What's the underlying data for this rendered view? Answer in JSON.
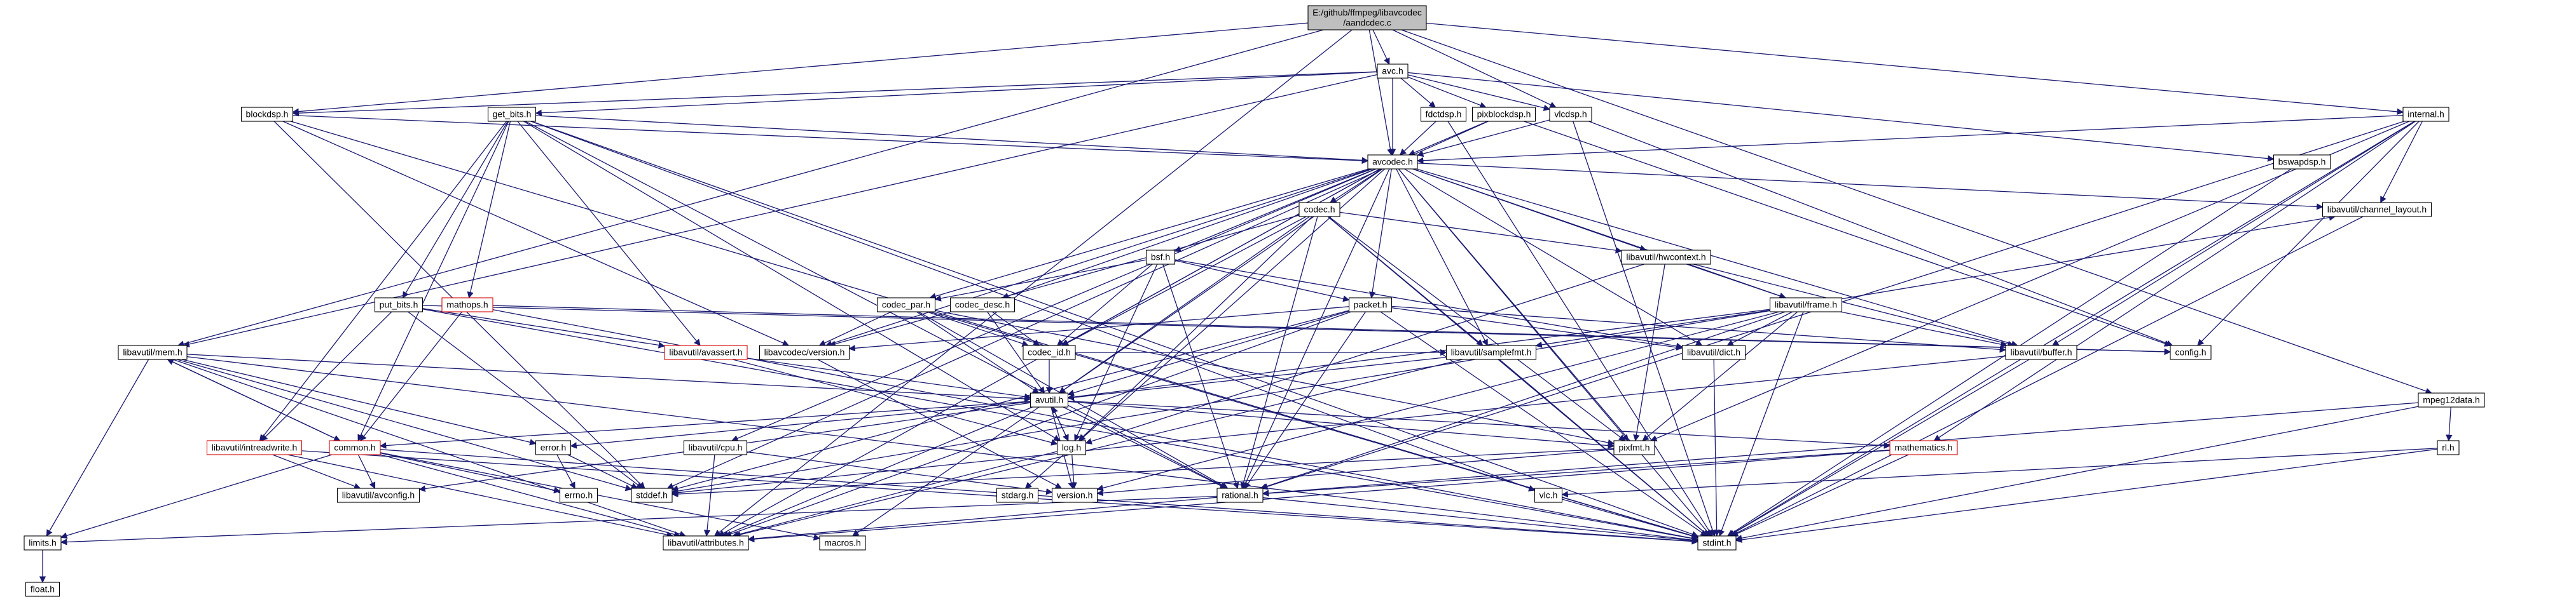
{
  "graph": {
    "type": "include-dependency-graph",
    "root": "E:/github/ffmpeg/libavcodec/aandcdec.c",
    "colors": {
      "edge": "#191970",
      "root_fill": "#bfbfbf",
      "node_fill": "#ffffff",
      "node_border": "#000000",
      "missing_border": "#d40000"
    },
    "nodes": [
      {
        "id": "root",
        "lines": [
          "E:/github/ffmpeg/libavcodec",
          "/aandcdec.c"
        ],
        "kind": "root"
      },
      {
        "id": "avc_h",
        "lines": [
          "avc.h"
        ]
      },
      {
        "id": "blockdsp_h",
        "lines": [
          "blockdsp.h"
        ]
      },
      {
        "id": "get_bits_h",
        "lines": [
          "get_bits.h"
        ]
      },
      {
        "id": "fdctdsp_h",
        "lines": [
          "fdctdsp.h"
        ]
      },
      {
        "id": "pixblockdsp_h",
        "lines": [
          "pixblockdsp.h"
        ]
      },
      {
        "id": "vlcdsp_h",
        "lines": [
          "vlcdsp.h"
        ]
      },
      {
        "id": "internal_h",
        "lines": [
          "internal.h"
        ]
      },
      {
        "id": "avcodec_h",
        "lines": [
          "avcodec.h"
        ]
      },
      {
        "id": "bswapdsp_h",
        "lines": [
          "bswapdsp.h"
        ]
      },
      {
        "id": "codec_h",
        "lines": [
          "codec.h"
        ]
      },
      {
        "id": "channel_layout_h",
        "lines": [
          "libavutil/channel_layout.h"
        ]
      },
      {
        "id": "hwcontext_h",
        "lines": [
          "libavutil/hwcontext.h"
        ]
      },
      {
        "id": "bsf_h",
        "lines": [
          "bsf.h"
        ]
      },
      {
        "id": "codec_par_h",
        "lines": [
          "codec_par.h"
        ]
      },
      {
        "id": "codec_desc_h",
        "lines": [
          "codec_desc.h"
        ]
      },
      {
        "id": "packet_h",
        "lines": [
          "packet.h"
        ]
      },
      {
        "id": "frame_h",
        "lines": [
          "libavutil/frame.h"
        ]
      },
      {
        "id": "put_bits_h",
        "lines": [
          "put_bits.h"
        ]
      },
      {
        "id": "mathops_h",
        "lines": [
          "mathops.h"
        ],
        "kind": "missing"
      },
      {
        "id": "avassert_h",
        "lines": [
          "libavutil/avassert.h"
        ],
        "kind": "missing"
      },
      {
        "id": "version_codec_h",
        "lines": [
          "libavcodec/version.h"
        ]
      },
      {
        "id": "codec_id_h",
        "lines": [
          "codec_id.h"
        ]
      },
      {
        "id": "samplefmt_h",
        "lines": [
          "libavutil/samplefmt.h"
        ]
      },
      {
        "id": "dict_h",
        "lines": [
          "libavutil/dict.h"
        ]
      },
      {
        "id": "buffer_h",
        "lines": [
          "libavutil/buffer.h"
        ]
      },
      {
        "id": "config_h",
        "lines": [
          "config.h"
        ]
      },
      {
        "id": "mem_h",
        "lines": [
          "libavutil/mem.h"
        ]
      },
      {
        "id": "avutil_h",
        "lines": [
          "avutil.h"
        ]
      },
      {
        "id": "mpeg12data_h",
        "lines": [
          "mpeg12data.h"
        ]
      },
      {
        "id": "intreadwrite_h",
        "lines": [
          "libavutil/intreadwrite.h"
        ],
        "kind": "missing"
      },
      {
        "id": "common_h",
        "lines": [
          "common.h"
        ],
        "kind": "missing"
      },
      {
        "id": "error_h",
        "lines": [
          "error.h"
        ]
      },
      {
        "id": "cpu_h",
        "lines": [
          "libavutil/cpu.h"
        ]
      },
      {
        "id": "log_h",
        "lines": [
          "log.h"
        ]
      },
      {
        "id": "pixfmt_h",
        "lines": [
          "pixfmt.h"
        ]
      },
      {
        "id": "mathematics_h",
        "lines": [
          "mathematics.h"
        ],
        "kind": "missing"
      },
      {
        "id": "rl_h",
        "lines": [
          "rl.h"
        ]
      },
      {
        "id": "errno_h",
        "lines": [
          "errno.h"
        ]
      },
      {
        "id": "stddef_h",
        "lines": [
          "stddef.h"
        ]
      },
      {
        "id": "stdarg_h",
        "lines": [
          "stdarg.h"
        ]
      },
      {
        "id": "version_util_h",
        "lines": [
          "version.h"
        ]
      },
      {
        "id": "rational_h",
        "lines": [
          "rational.h"
        ]
      },
      {
        "id": "vlc_h",
        "lines": [
          "vlc.h"
        ]
      },
      {
        "id": "avconfig_h",
        "lines": [
          "libavutil/avconfig.h"
        ]
      },
      {
        "id": "limits_h",
        "lines": [
          "limits.h"
        ]
      },
      {
        "id": "attributes_h",
        "lines": [
          "libavutil/attributes.h"
        ]
      },
      {
        "id": "macros_h",
        "lines": [
          "macros.h"
        ]
      },
      {
        "id": "stdint_h",
        "lines": [
          "stdint.h"
        ]
      },
      {
        "id": "float_h",
        "lines": [
          "float.h"
        ]
      }
    ],
    "edges": [
      [
        "root",
        "avc_h"
      ],
      [
        "root",
        "blockdsp_h"
      ],
      [
        "root",
        "mem_h"
      ],
      [
        "root",
        "vlcdsp_h"
      ],
      [
        "root",
        "internal_h"
      ],
      [
        "root",
        "avcodec_h"
      ],
      [
        "root",
        "mpeg12data_h"
      ],
      [
        "root",
        "attributes_h"
      ],
      [
        "avc_h",
        "blockdsp_h"
      ],
      [
        "avc_h",
        "get_bits_h"
      ],
      [
        "avc_h",
        "fdctdsp_h"
      ],
      [
        "avc_h",
        "pixblockdsp_h"
      ],
      [
        "avc_h",
        "vlcdsp_h"
      ],
      [
        "avc_h",
        "avcodec_h"
      ],
      [
        "avc_h",
        "mem_h"
      ],
      [
        "avc_h",
        "bswapdsp_h"
      ],
      [
        "blockdsp_h",
        "avcodec_h"
      ],
      [
        "blockdsp_h",
        "version_codec_h"
      ],
      [
        "blockdsp_h",
        "stddef_h"
      ],
      [
        "blockdsp_h",
        "stdint_h"
      ],
      [
        "get_bits_h",
        "avcodec_h"
      ],
      [
        "get_bits_h",
        "put_bits_h"
      ],
      [
        "get_bits_h",
        "mathops_h"
      ],
      [
        "get_bits_h",
        "avassert_h"
      ],
      [
        "get_bits_h",
        "intreadwrite_h"
      ],
      [
        "get_bits_h",
        "common_h"
      ],
      [
        "get_bits_h",
        "vlc_h"
      ],
      [
        "get_bits_h",
        "log_h"
      ],
      [
        "get_bits_h",
        "stdint_h"
      ],
      [
        "get_bits_h",
        "rational_h"
      ],
      [
        "fdctdsp_h",
        "avcodec_h"
      ],
      [
        "fdctdsp_h",
        "stdint_h"
      ],
      [
        "pixblockdsp_h",
        "avcodec_h"
      ],
      [
        "pixblockdsp_h",
        "config_h"
      ],
      [
        "pixblockdsp_h",
        "stddef_h"
      ],
      [
        "vlcdsp_h",
        "avcodec_h"
      ],
      [
        "vlcdsp_h",
        "config_h"
      ],
      [
        "vlcdsp_h",
        "stdint_h"
      ],
      [
        "internal_h",
        "avcodec_h"
      ],
      [
        "internal_h",
        "channel_layout_h"
      ],
      [
        "internal_h",
        "buffer_h"
      ],
      [
        "internal_h",
        "config_h"
      ],
      [
        "internal_h",
        "pixfmt_h"
      ],
      [
        "internal_h",
        "mathematics_h"
      ],
      [
        "internal_h",
        "stdint_h"
      ],
      [
        "internal_h",
        "rational_h"
      ],
      [
        "bswapdsp_h",
        "stdint_h"
      ],
      [
        "avcodec_h",
        "codec_h"
      ],
      [
        "avcodec_h",
        "channel_layout_h"
      ],
      [
        "avcodec_h",
        "hwcontext_h"
      ],
      [
        "avcodec_h",
        "bsf_h"
      ],
      [
        "avcodec_h",
        "codec_par_h"
      ],
      [
        "avcodec_h",
        "codec_desc_h"
      ],
      [
        "avcodec_h",
        "packet_h"
      ],
      [
        "avcodec_h",
        "frame_h"
      ],
      [
        "avcodec_h",
        "version_codec_h"
      ],
      [
        "avcodec_h",
        "codec_id_h"
      ],
      [
        "avcodec_h",
        "samplefmt_h"
      ],
      [
        "avcodec_h",
        "dict_h"
      ],
      [
        "avcodec_h",
        "buffer_h"
      ],
      [
        "avcodec_h",
        "avutil_h"
      ],
      [
        "avcodec_h",
        "cpu_h"
      ],
      [
        "avcodec_h",
        "log_h"
      ],
      [
        "avcodec_h",
        "pixfmt_h"
      ],
      [
        "avcodec_h",
        "rational_h"
      ],
      [
        "avcodec_h",
        "attributes_h"
      ],
      [
        "avcodec_h",
        "stdint_h"
      ],
      [
        "codec_h",
        "hwcontext_h"
      ],
      [
        "codec_h",
        "codec_id_h"
      ],
      [
        "codec_h",
        "version_codec_h"
      ],
      [
        "codec_h",
        "samplefmt_h"
      ],
      [
        "codec_h",
        "avutil_h"
      ],
      [
        "codec_h",
        "log_h"
      ],
      [
        "codec_h",
        "pixfmt_h"
      ],
      [
        "codec_h",
        "rational_h"
      ],
      [
        "codec_h",
        "stdint_h"
      ],
      [
        "channel_layout_h",
        "stdint_h"
      ],
      [
        "hwcontext_h",
        "buffer_h"
      ],
      [
        "hwcontext_h",
        "frame_h"
      ],
      [
        "hwcontext_h",
        "log_h"
      ],
      [
        "hwcontext_h",
        "pixfmt_h"
      ],
      [
        "bsf_h",
        "codec_par_h"
      ],
      [
        "bsf_h",
        "codec_id_h"
      ],
      [
        "bsf_h",
        "packet_h"
      ],
      [
        "bsf_h",
        "dict_h"
      ],
      [
        "bsf_h",
        "log_h"
      ],
      [
        "bsf_h",
        "rational_h"
      ],
      [
        "codec_par_h",
        "codec_id_h"
      ],
      [
        "codec_par_h",
        "avutil_h"
      ],
      [
        "codec_par_h",
        "pixfmt_h"
      ],
      [
        "codec_par_h",
        "rational_h"
      ],
      [
        "codec_par_h",
        "version_codec_h"
      ],
      [
        "codec_par_h",
        "stdint_h"
      ],
      [
        "codec_desc_h",
        "codec_id_h"
      ],
      [
        "codec_desc_h",
        "avutil_h"
      ],
      [
        "packet_h",
        "buffer_h"
      ],
      [
        "packet_h",
        "dict_h"
      ],
      [
        "packet_h",
        "version_codec_h"
      ],
      [
        "packet_h",
        "avutil_h"
      ],
      [
        "packet_h",
        "attributes_h"
      ],
      [
        "packet_h",
        "rational_h"
      ],
      [
        "packet_h",
        "stddef_h"
      ],
      [
        "packet_h",
        "stdint_h"
      ],
      [
        "frame_h",
        "buffer_h"
      ],
      [
        "frame_h",
        "dict_h"
      ],
      [
        "frame_h",
        "avutil_h"
      ],
      [
        "frame_h",
        "channel_layout_h"
      ],
      [
        "frame_h",
        "pixfmt_h"
      ],
      [
        "frame_h",
        "rational_h"
      ],
      [
        "frame_h",
        "samplefmt_h"
      ],
      [
        "frame_h",
        "version_util_h"
      ],
      [
        "frame_h",
        "stddef_h"
      ],
      [
        "frame_h",
        "stdint_h"
      ],
      [
        "put_bits_h",
        "config_h"
      ],
      [
        "put_bits_h",
        "intreadwrite_h"
      ],
      [
        "put_bits_h",
        "avassert_h"
      ],
      [
        "put_bits_h",
        "stddef_h"
      ],
      [
        "put_bits_h",
        "stdint_h"
      ],
      [
        "mathops_h",
        "config_h"
      ],
      [
        "mathops_h",
        "common_h"
      ],
      [
        "mathops_h",
        "stdint_h"
      ],
      [
        "avassert_h",
        "avutil_h"
      ],
      [
        "avassert_h",
        "log_h"
      ],
      [
        "version_codec_h",
        "version_util_h"
      ],
      [
        "codec_id_h",
        "avutil_h"
      ],
      [
        "codec_id_h",
        "samplefmt_h"
      ],
      [
        "samplefmt_h",
        "avutil_h"
      ],
      [
        "samplefmt_h",
        "attributes_h"
      ],
      [
        "samplefmt_h",
        "stdint_h"
      ],
      [
        "dict_h",
        "stdint_h"
      ],
      [
        "buffer_h",
        "stddef_h"
      ],
      [
        "buffer_h",
        "stdint_h"
      ],
      [
        "mem_h",
        "avutil_h"
      ],
      [
        "mem_h",
        "common_h"
      ],
      [
        "mem_h",
        "error_h"
      ],
      [
        "mem_h",
        "attributes_h"
      ],
      [
        "mem_h",
        "limits_h"
      ],
      [
        "mem_h",
        "stddef_h"
      ],
      [
        "mem_h",
        "stdint_h"
      ],
      [
        "avutil_h",
        "common_h"
      ],
      [
        "avutil_h",
        "error_h"
      ],
      [
        "avutil_h",
        "log_h"
      ],
      [
        "avutil_h",
        "pixfmt_h"
      ],
      [
        "avutil_h",
        "mathematics_h"
      ],
      [
        "avutil_h",
        "rational_h"
      ],
      [
        "avutil_h",
        "version_util_h"
      ],
      [
        "avutil_h",
        "macros_h"
      ],
      [
        "avutil_h",
        "avconfig_h"
      ],
      [
        "avutil_h",
        "attributes_h"
      ],
      [
        "mpeg12data_h",
        "rl_h"
      ],
      [
        "mpeg12data_h",
        "rational_h"
      ],
      [
        "mpeg12data_h",
        "stdint_h"
      ],
      [
        "intreadwrite_h",
        "avconfig_h"
      ],
      [
        "intreadwrite_h",
        "attributes_h"
      ],
      [
        "intreadwrite_h",
        "stdint_h"
      ],
      [
        "common_h",
        "attributes_h"
      ],
      [
        "common_h",
        "avconfig_h"
      ],
      [
        "common_h",
        "errno_h"
      ],
      [
        "common_h",
        "limits_h"
      ],
      [
        "common_h",
        "stdint_h"
      ],
      [
        "common_h",
        "macros_h"
      ],
      [
        "common_h",
        "mem_h"
      ],
      [
        "error_h",
        "errno_h"
      ],
      [
        "error_h",
        "stddef_h"
      ],
      [
        "cpu_h",
        "version_util_h"
      ],
      [
        "cpu_h",
        "attributes_h"
      ],
      [
        "log_h",
        "avutil_h"
      ],
      [
        "log_h",
        "stdarg_h"
      ],
      [
        "log_h",
        "version_util_h"
      ],
      [
        "log_h",
        "attributes_h"
      ],
      [
        "pixfmt_h",
        "version_util_h"
      ],
      [
        "pixfmt_h",
        "stddef_h"
      ],
      [
        "mathematics_h",
        "rational_h"
      ],
      [
        "mathematics_h",
        "stdint_h"
      ],
      [
        "mathematics_h",
        "attributes_h"
      ],
      [
        "rl_h",
        "vlc_h"
      ],
      [
        "rl_h",
        "stdint_h"
      ],
      [
        "rational_h",
        "attributes_h"
      ],
      [
        "rational_h",
        "limits_h"
      ],
      [
        "rational_h",
        "stdint_h"
      ],
      [
        "vlc_h",
        "stdint_h"
      ],
      [
        "limits_h",
        "float_h"
      ]
    ]
  }
}
